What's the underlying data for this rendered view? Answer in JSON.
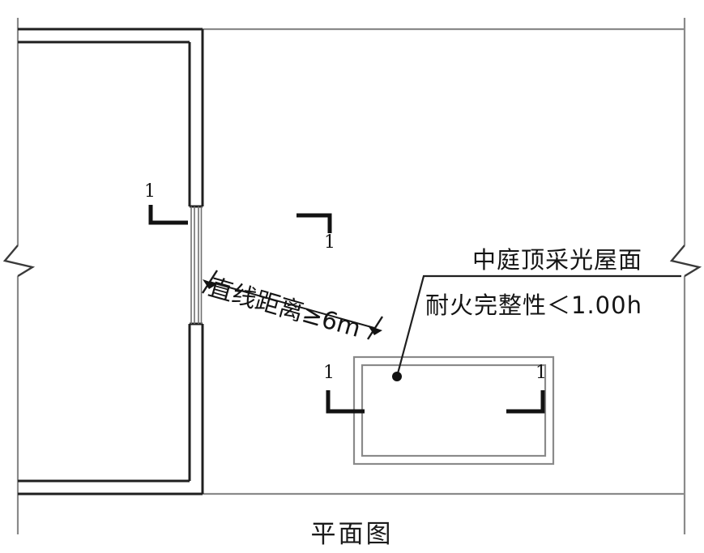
{
  "drawing": {
    "caption": "平面图",
    "title_note_line1": "中庭顶采光屋面",
    "title_note_line2": "耐火完整性＜1.00h",
    "dimension_label": "直线距离≥6m",
    "section_markers": [
      {
        "id": "left-wall-opening",
        "label": "1"
      },
      {
        "id": "mid-upper",
        "label": "1"
      },
      {
        "id": "atrium-left",
        "label": "1"
      },
      {
        "id": "atrium-right",
        "label": "1"
      }
    ],
    "colors": {
      "line_dark": "#1a1a1a",
      "line_gray": "#888888",
      "line_mid": "#555555",
      "background": "#ffffff"
    },
    "elements": {
      "room_label": "enclosed-room-left",
      "atrium_label": "atrium-skylight-opening",
      "break_line_left": "break-symbol",
      "break_line_right": "break-symbol"
    }
  }
}
